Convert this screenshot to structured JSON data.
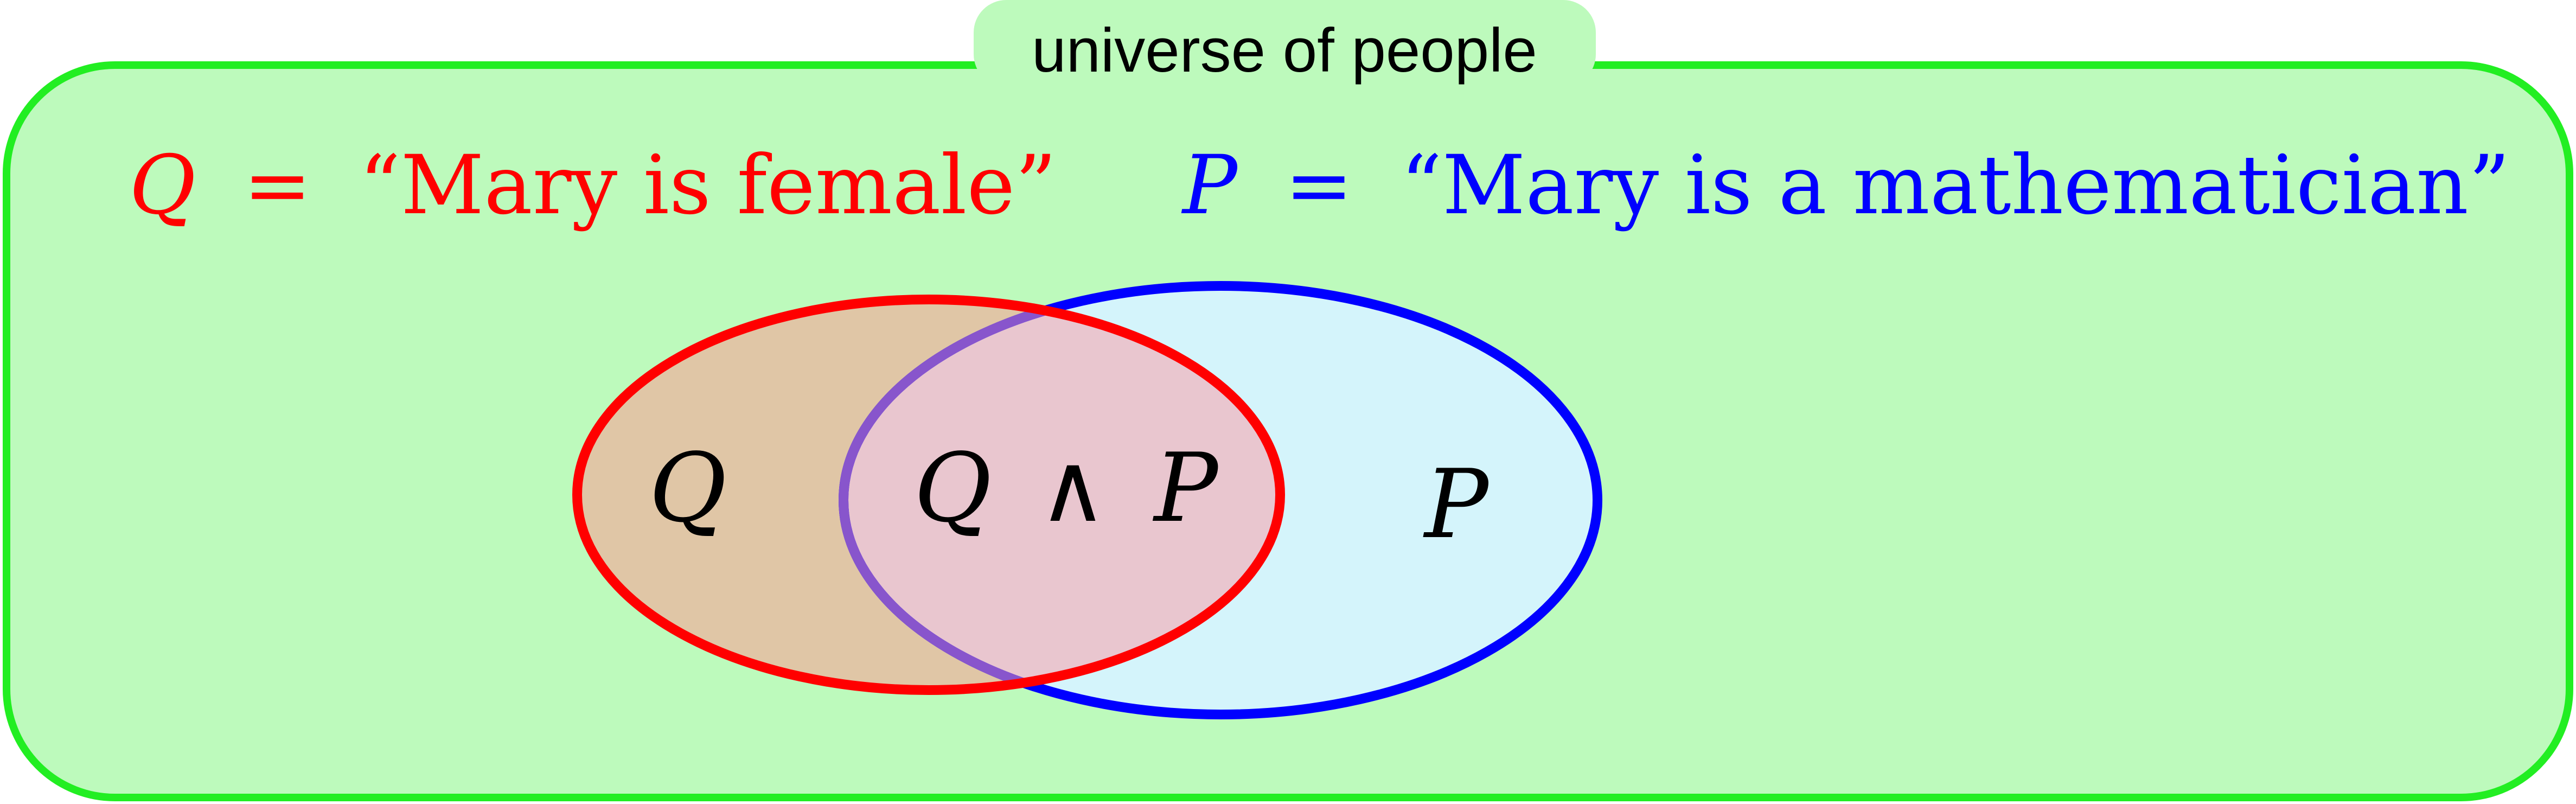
{
  "universe": {
    "label": "universe of people",
    "fill_color": "#BDFABC",
    "border_color": "#22EE22"
  },
  "definitions": {
    "q": {
      "symbol": "Q",
      "equals": "=",
      "text": "“Mary is female”",
      "color": "#FF0000"
    },
    "p": {
      "symbol": "P",
      "equals": "=",
      "text": "“Mary is a mathematician”",
      "color": "#0000FF"
    }
  },
  "regions": {
    "q_only": "Q",
    "intersection_left": "Q",
    "intersection_op": "∧",
    "intersection_right": "P",
    "p_only": "P"
  },
  "set_q": {
    "color": "#FF0000",
    "fill_color": "#E0C6A6"
  },
  "set_p": {
    "color": "#0000FF",
    "fill_color": "#D4F4FB"
  },
  "intersection": {
    "fill_color": "#E9C6CF",
    "border_color": "#8855CC"
  }
}
